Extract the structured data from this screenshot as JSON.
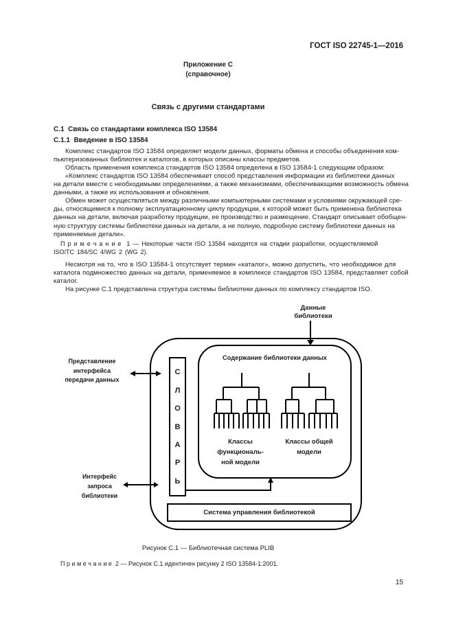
{
  "page": {
    "header": "ГОСТ ISO 22745-1—2016",
    "appendix": "Приложение С\n(справочное)",
    "title": "Связь с другими стандартами",
    "section_c1": "С.1  Связь со стандартами комплекса ISO 13584",
    "section_c11": "С.1.1  Введение в ISO 13584",
    "para1": "Комплекс стандартов ISO 13584 определяет модели данных, форматы обмена и способы объединения ком-\nпьютеризованных библиотек и каталогов, в которых описаны классы предметов.",
    "para2": "Область применения комплекса стандартов ISO 13584 определена в ISO 13584-1 следующим образом:",
    "para3": "«Комплекс стандартов ISO 13584 обеспечивает способ представления информации из библиотеки данных\nна детали вместе с необходимыми определениями, а также механизмами, обеспечивающими возможность обмена\nданными, а также их использования и обновления.",
    "para4": "Обмен может осуществляться между различными компьютерными системами и условиями окружающей сре-\nды, относящимися к полному эксплуатационному циклу продукции, к которой может быть применена библиотека\nданных на детали, включая разработку продукции, ее производство и размещение. Стандарт описывает обобщен-\nную структуру системы библиотеки данных на детали, а не полную, подробную систему библиотеки данных на\nприменяемые детали».",
    "note1": "П р и м е ч а н и е  1 — Некоторые части ISO 13584 находятся на стадии разработки, осуществляемой\nISO/TC 184/SC 4/WG 2 (WG 2).",
    "para5": "Несмотря на то, что в ISO 13584-1 отсутствует термин «каталог», можно допустить, что необходимое для\nкаталога подмножество данных на детали, применяемое в комплексе стандартов ISO 13584, представляет собой\nкаталог.",
    "para6": "На рисунке С.1 представлена структура системы библиотеки данных по комплексу стандартов ISO.",
    "figure_caption": "Рисунок С.1 — Библиотечная система PLIB",
    "note2": "П р и м е ч а н и е  2 — Рисунок С.1 идентичен рисунку 2 ISO 13584-1:2001.",
    "page_number": "15"
  },
  "diagram": {
    "top_label": "Данные\nбиблиотеки",
    "transfer_interface_label": "Представление\nинтерфейса\nпередачи данных",
    "query_interface_label": "Интерфейс\nзапроса\nбиблиотеки",
    "inner_title": "Содержание библиотеки данных",
    "dictionary_letters": [
      "С",
      "Л",
      "О",
      "В",
      "А",
      "Р",
      "Ь"
    ],
    "left_tree_label": "Классы\nфункциональ-\nной модели",
    "right_tree_label": "Классы общей\nмодели",
    "bottom_box_label": "Система управления библиотекой",
    "line_color": "#000000"
  }
}
